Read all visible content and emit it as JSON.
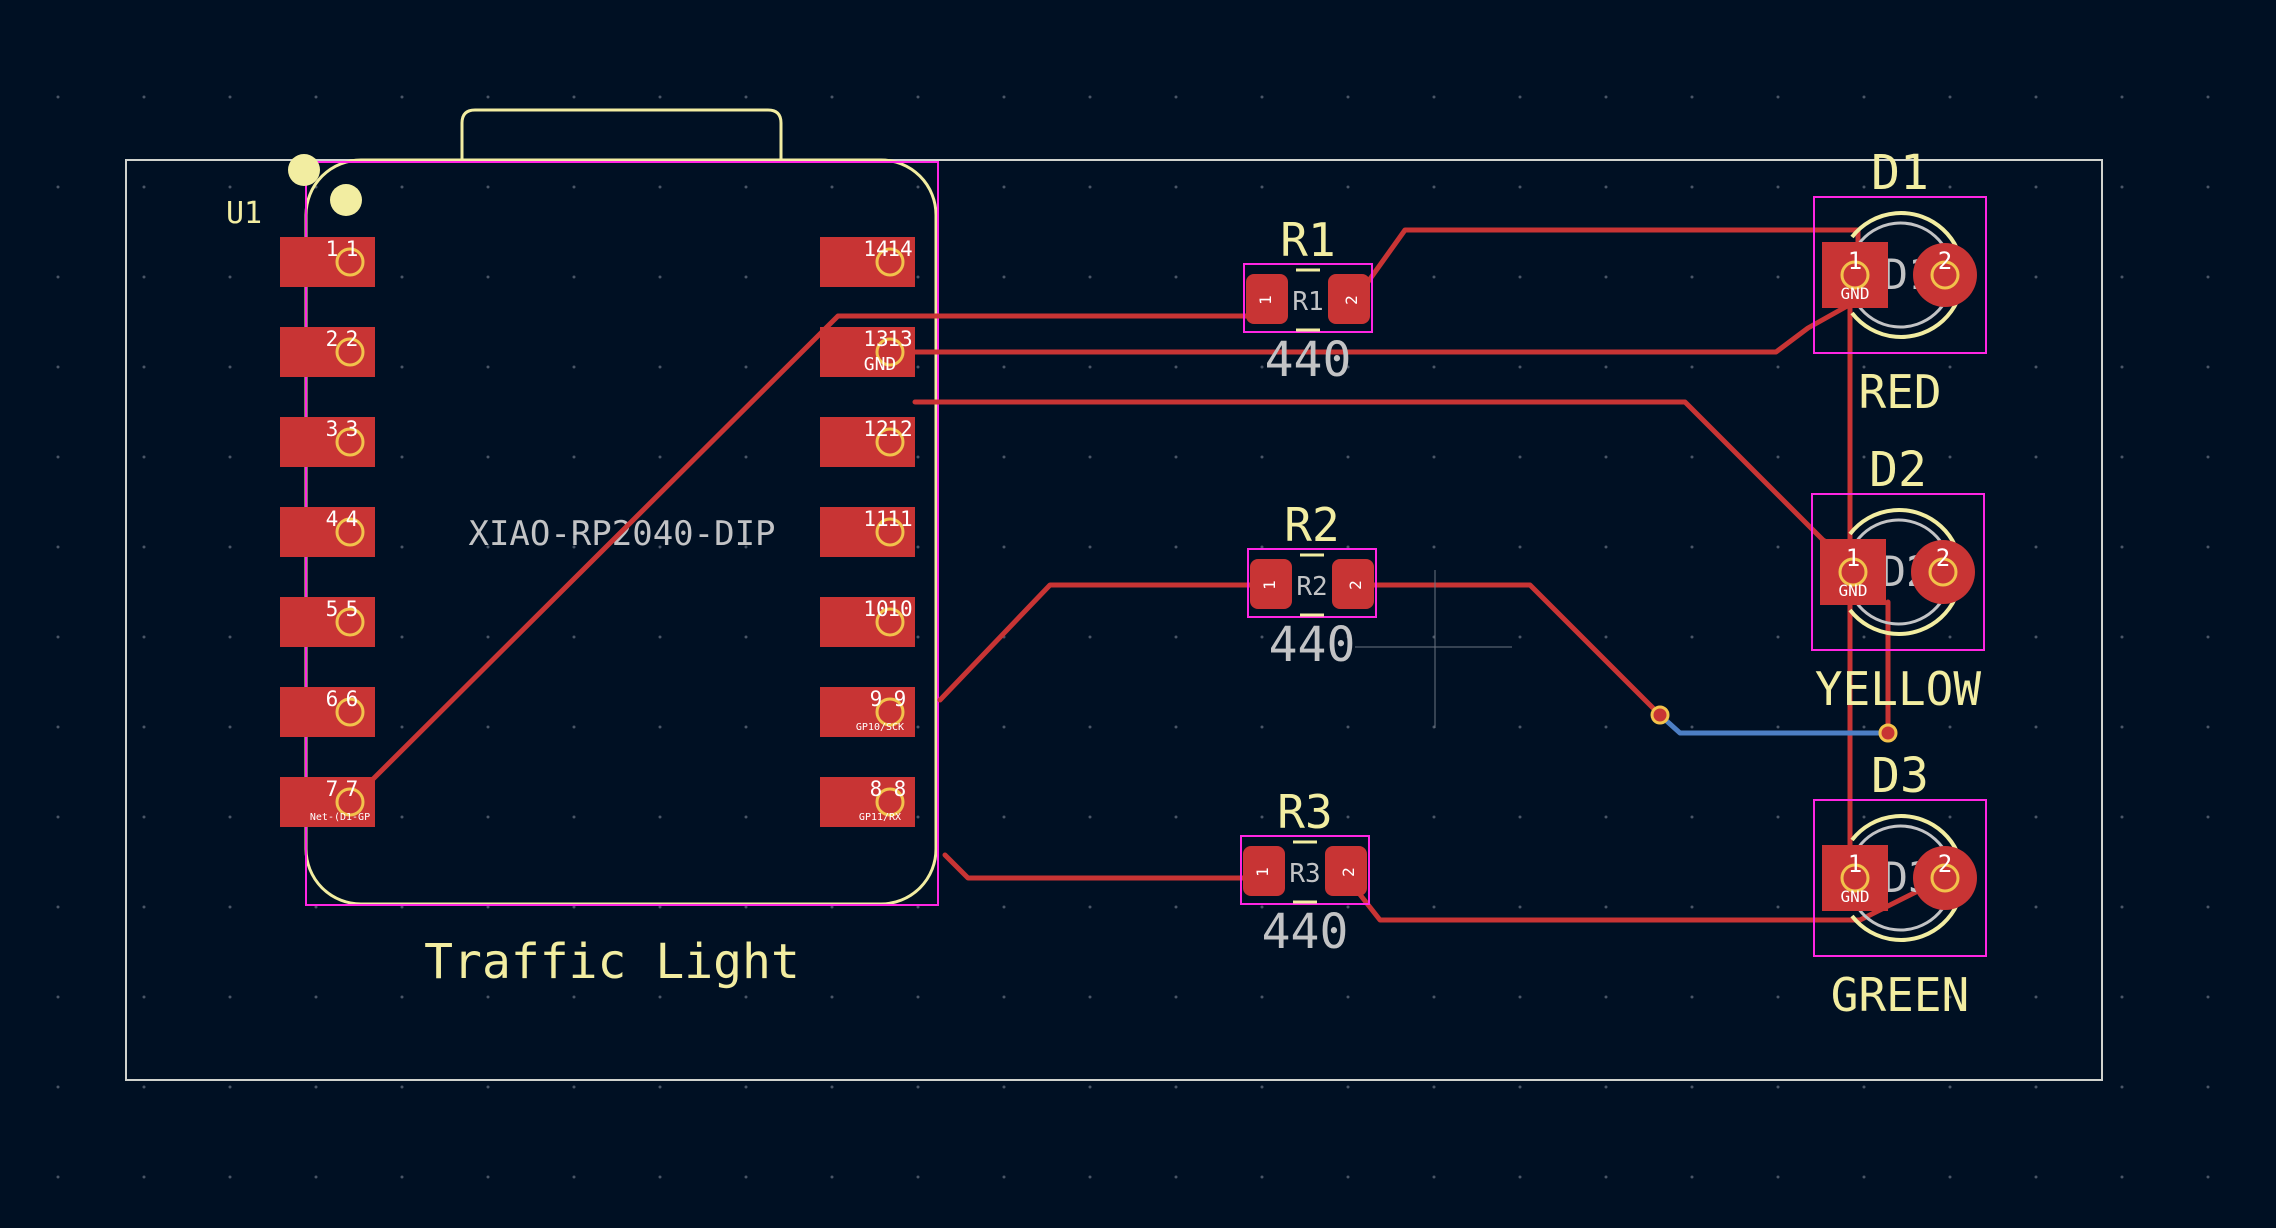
{
  "board": {
    "module_ref": "U1",
    "module_value": "XIAO-RP2040-DIP",
    "title": "Traffic Light",
    "left_pins": [
      {
        "num": "1",
        "label": "1"
      },
      {
        "num": "2",
        "label": "2"
      },
      {
        "num": "3",
        "label": "3"
      },
      {
        "num": "4",
        "label": "4"
      },
      {
        "num": "5",
        "label": "5"
      },
      {
        "num": "6",
        "label": "6"
      },
      {
        "num": "7",
        "label": "7",
        "net": "Net-(D1-GP"
      }
    ],
    "right_pins": [
      {
        "num": "14",
        "label": "14"
      },
      {
        "num": "13",
        "label": "13",
        "net": "GND"
      },
      {
        "num": "12",
        "label": "12"
      },
      {
        "num": "11",
        "label": "11"
      },
      {
        "num": "10",
        "label": "10"
      },
      {
        "num": "9",
        "label": "9",
        "net": "GP10/SCK"
      },
      {
        "num": "8",
        "label": "8",
        "net": "GP11/RX"
      }
    ],
    "resistors": [
      {
        "ref": "R1",
        "value": "440",
        "pad1": "1",
        "pad2": "2"
      },
      {
        "ref": "R2",
        "value": "440",
        "pad1": "1",
        "pad2": "2"
      },
      {
        "ref": "R3",
        "value": "440",
        "pad1": "1",
        "pad2": "2"
      }
    ],
    "leds": [
      {
        "ref": "D1",
        "color_label": "RED",
        "pad1": "1",
        "pad2": "2",
        "pad1_net": "GND",
        "fab_ref": "D1"
      },
      {
        "ref": "D2",
        "color_label": "YELLOW",
        "pad1": "1",
        "pad2": "2",
        "pad1_net": "GND",
        "fab_ref": "D2"
      },
      {
        "ref": "D3",
        "color_label": "GREEN",
        "pad1": "1",
        "pad2": "2",
        "pad1_net": "GND",
        "fab_ref": "D3"
      }
    ]
  },
  "colors": {
    "background": "#001023",
    "edge_cuts": "#d0d2cd",
    "silkscreen": "#f2eda1",
    "courtyard": "#ff26e2",
    "copper_front": "#c83434",
    "copper_back": "#4d7fc4",
    "pad_front": "#c83434",
    "via": "#c2c3c5",
    "fab": "#c2c3c5"
  }
}
